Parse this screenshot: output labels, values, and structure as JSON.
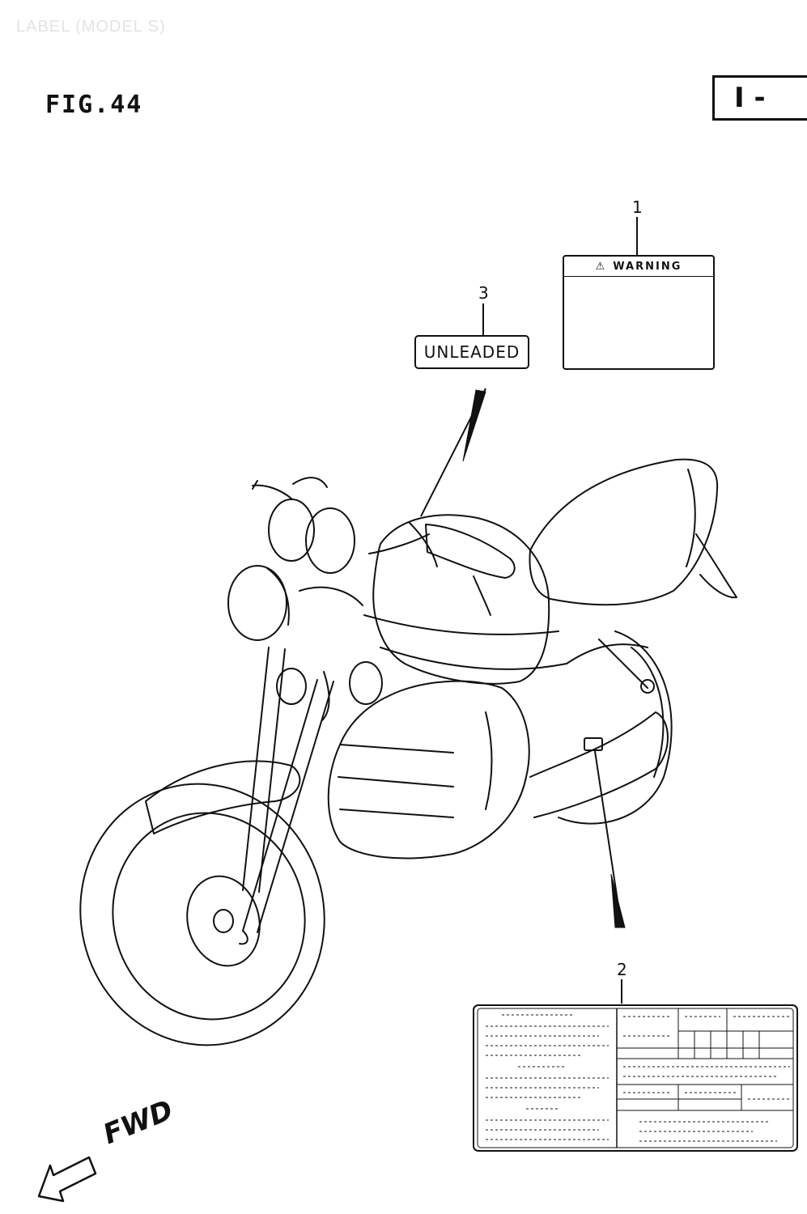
{
  "header": {
    "watermark": "LABEL (MODEL S)",
    "figure_number": "FIG.44",
    "section_tab": "I -"
  },
  "callouts": [
    {
      "number": "1",
      "part": "warning-label"
    },
    {
      "number": "2",
      "part": "info-label"
    },
    {
      "number": "3",
      "part": "unleaded-label"
    }
  ],
  "labels": {
    "warning_title": "WARNING",
    "unleaded_text": "UNLEADED"
  },
  "direction": {
    "text": "FWD"
  }
}
